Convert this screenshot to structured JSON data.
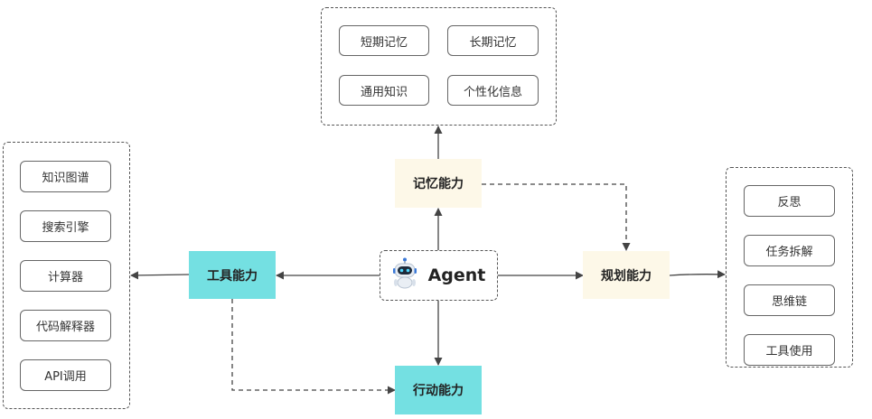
{
  "agent": {
    "label": "Agent",
    "icon": "robot-icon"
  },
  "capabilities": {
    "memory": "记忆能力",
    "tool": "工具能力",
    "plan": "规划能力",
    "action": "行动能力"
  },
  "memory_items": [
    "短期记忆",
    "长期记忆",
    "通用知识",
    "个性化信息"
  ],
  "tool_items": [
    "知识图谱",
    "搜索引擎",
    "计算器",
    "代码解释器",
    "API调用"
  ],
  "plan_items": [
    "反思",
    "任务拆解",
    "思维链",
    "工具使用"
  ],
  "colors": {
    "tool_action_fill": "#74e0e2",
    "memory_plan_fill": "#fdf8e8",
    "stroke": "#555555"
  }
}
